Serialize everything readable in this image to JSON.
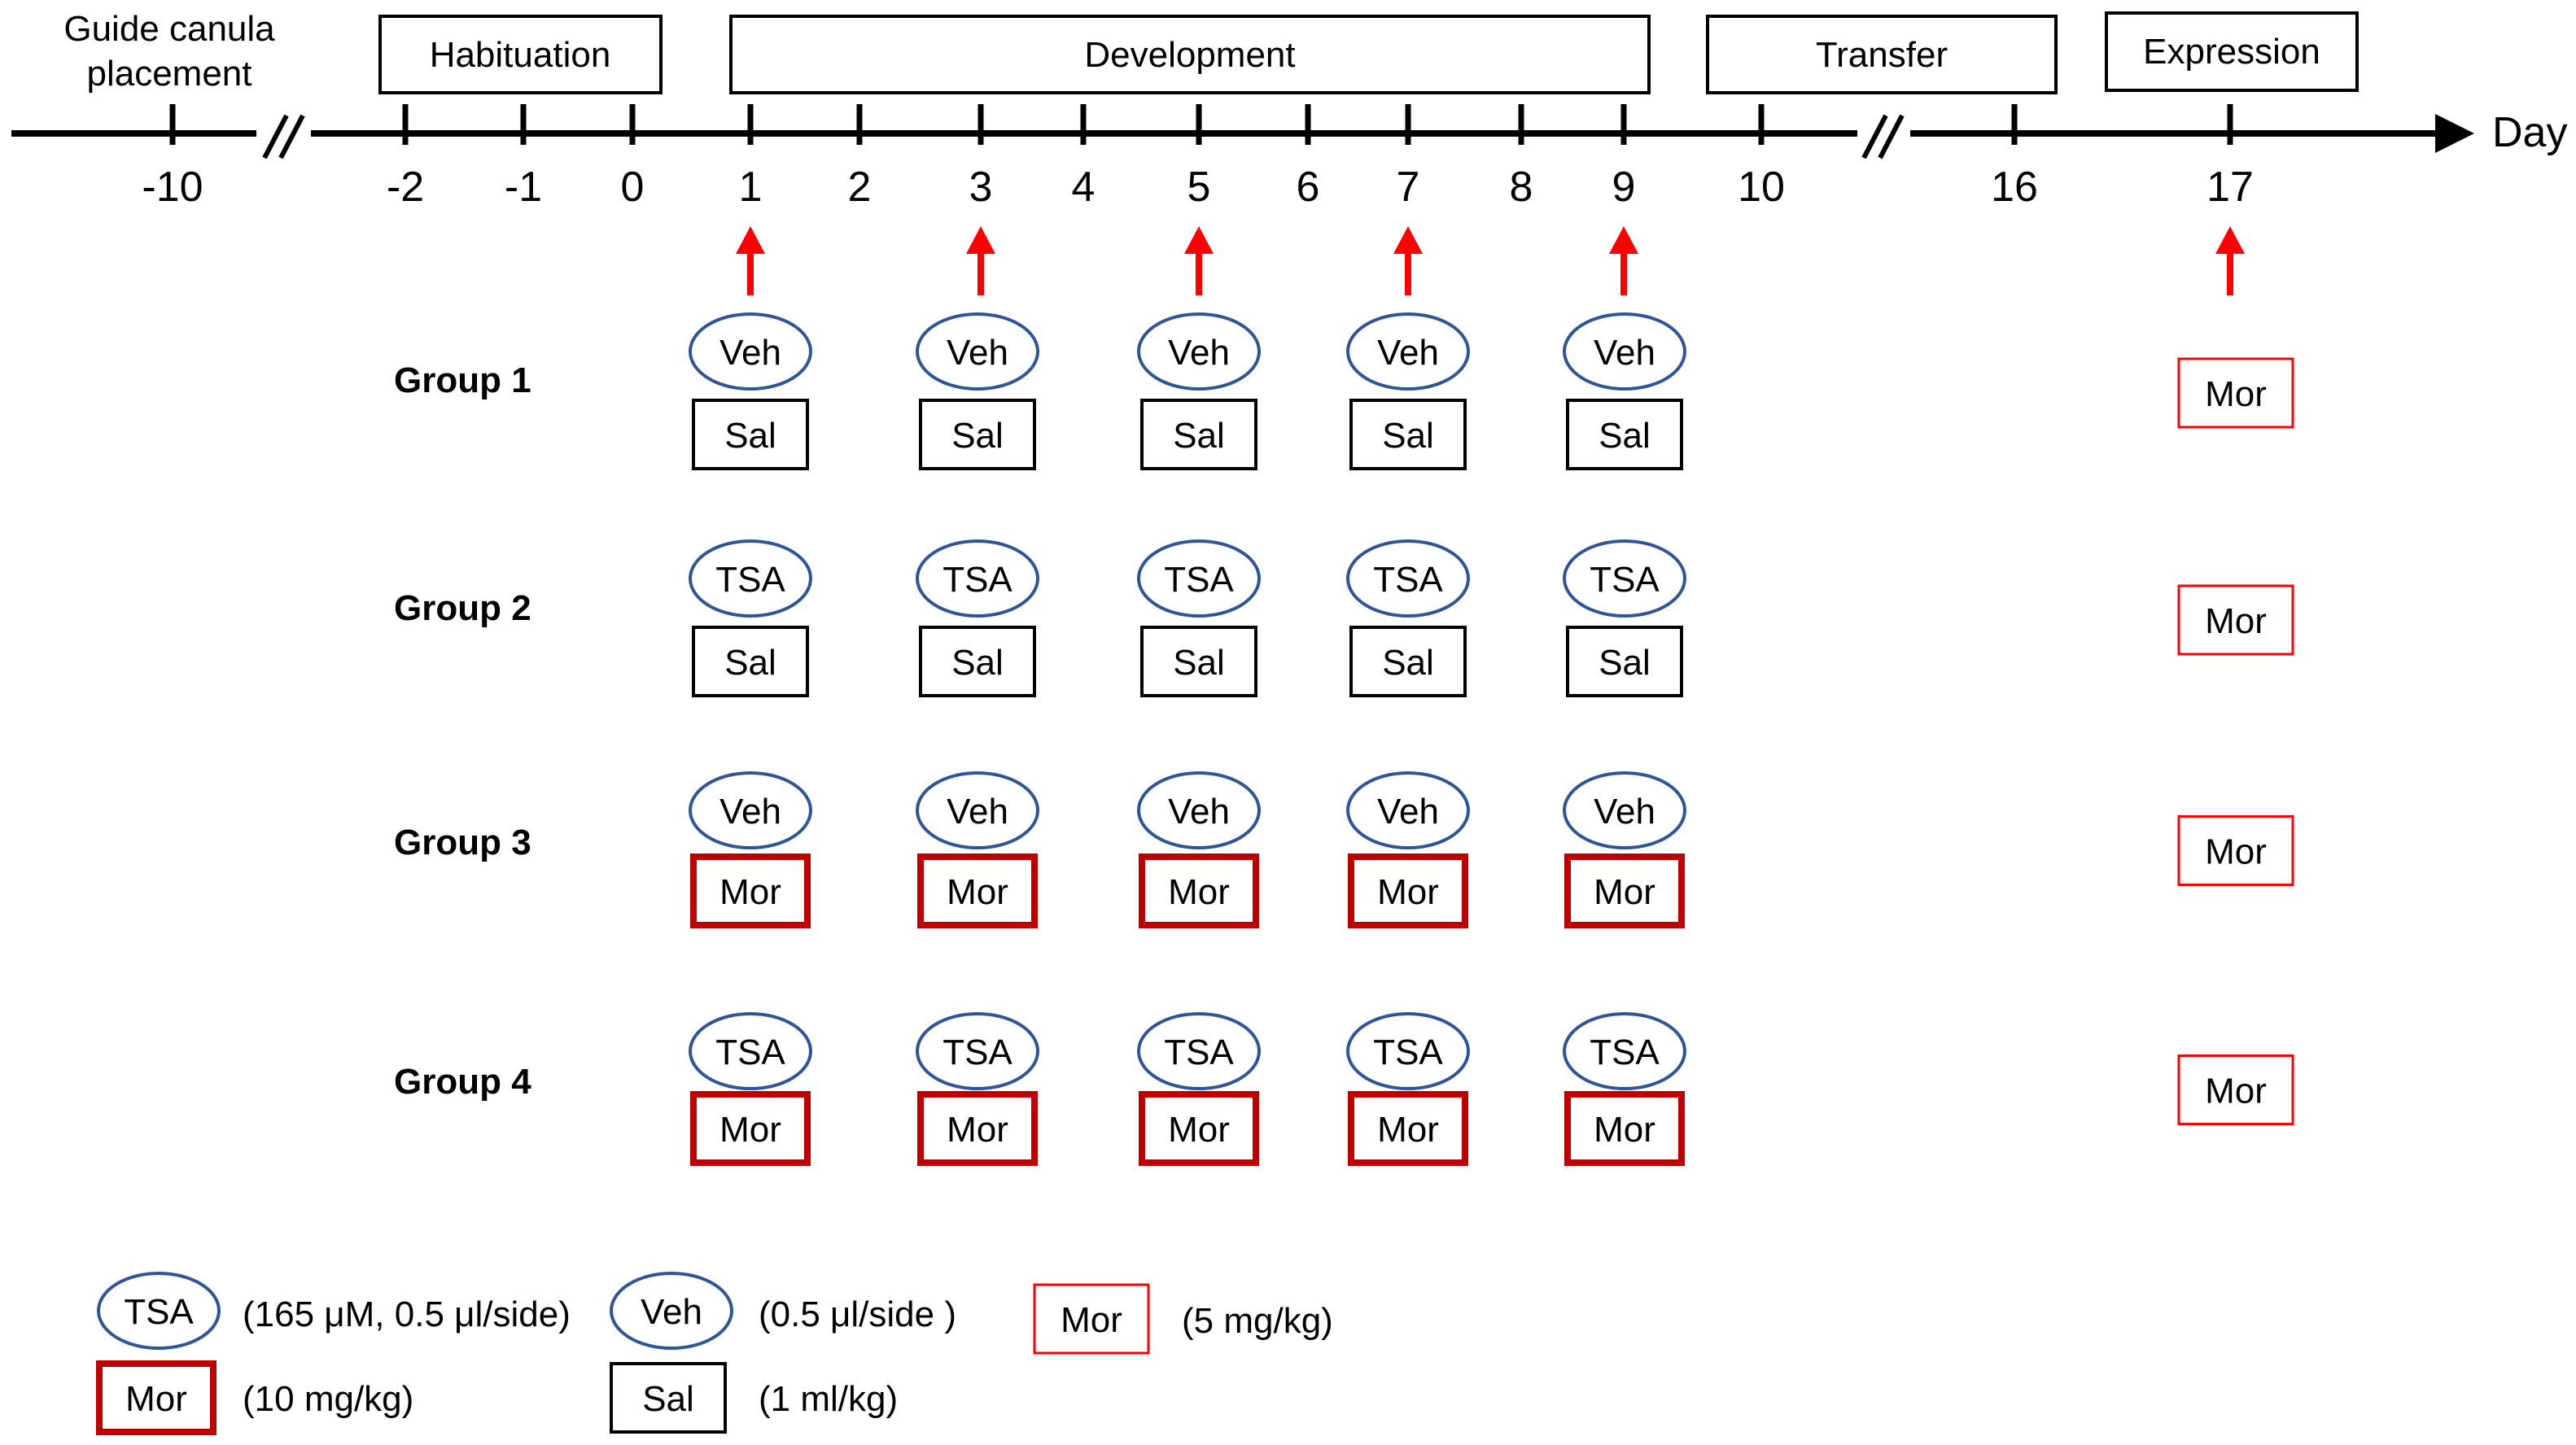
{
  "phases": [
    {
      "id": "guide",
      "label_line1": "Guide canula",
      "label_line2": "placement"
    },
    {
      "id": "habituation",
      "label": "Habituation"
    },
    {
      "id": "development",
      "label": "Development"
    },
    {
      "id": "transfer",
      "label": "Transfer"
    },
    {
      "id": "expression",
      "label": "Expression"
    }
  ],
  "axis": {
    "unit_label": "Day",
    "ticks": [
      "-10",
      "-2",
      "-1",
      "0",
      "1",
      "2",
      "3",
      "4",
      "5",
      "6",
      "7",
      "8",
      "9",
      "10",
      "16",
      "17"
    ],
    "injection_days": [
      "1",
      "3",
      "5",
      "7",
      "9",
      "17"
    ]
  },
  "groups": [
    {
      "label": "Group 1",
      "pretreatment": "Veh",
      "treatment": "Sal",
      "treatment_style": "sal",
      "test": "Mor"
    },
    {
      "label": "Group 2",
      "pretreatment": "TSA",
      "treatment": "Sal",
      "treatment_style": "sal",
      "test": "Mor"
    },
    {
      "label": "Group 3",
      "pretreatment": "Veh",
      "treatment": "Mor",
      "treatment_style": "mor-high",
      "test": "Mor"
    },
    {
      "label": "Group 4",
      "pretreatment": "TSA",
      "treatment": "Mor",
      "treatment_style": "mor-high",
      "test": "Mor"
    }
  ],
  "legend": [
    {
      "symbol": "TSA",
      "shape": "ellipse",
      "desc": "(165 μM, 0.5 μl/side)"
    },
    {
      "symbol": "Veh",
      "shape": "ellipse",
      "desc": "(0.5 μl/side )"
    },
    {
      "symbol": "Mor",
      "shape": "mor-low",
      "desc": "(5 mg/kg)"
    },
    {
      "symbol": "Mor",
      "shape": "mor-high",
      "desc": "(10 mg/kg)"
    },
    {
      "symbol": "Sal",
      "shape": "sal",
      "desc": "(1 ml/kg)"
    }
  ],
  "colors": {
    "line": "#000000",
    "arrow": "#ff0000",
    "ellipse_stroke": "#2f5597",
    "mor_high_stroke": "#c00000",
    "mor_low_stroke": "#ff0000",
    "sal_stroke": "#000000"
  }
}
